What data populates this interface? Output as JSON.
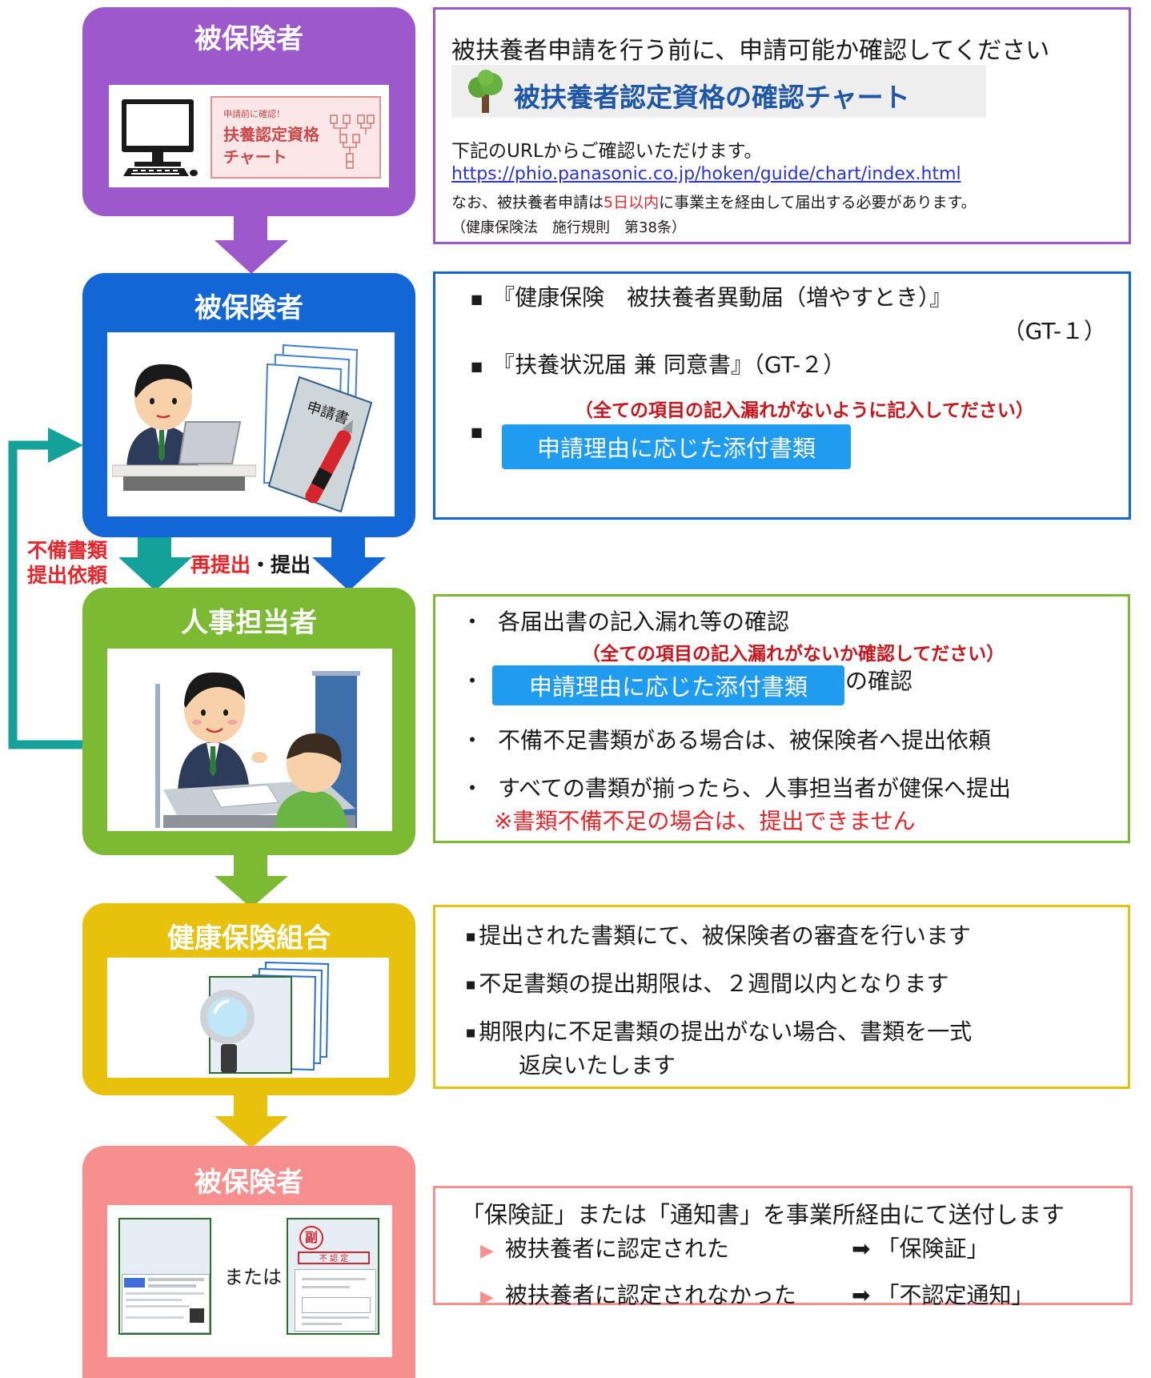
{
  "colors": {
    "purple": "#9d59cc",
    "blue": "#1366d6",
    "green": "#7dba33",
    "yellow": "#e8c10c",
    "pink": "#f78f8e",
    "teal": "#14a199",
    "red": "#e8252b",
    "button_blue": "#1f9bf0"
  },
  "stage1": {
    "title": "被保険者",
    "chart_card": {
      "line1": "申請前に確認！",
      "line2": "扶養認定資格",
      "line3": "チャート"
    },
    "icons": [
      "computer-icon",
      "chart-card-image"
    ]
  },
  "info1": {
    "heading": "被扶養者申請を行う前に、申請可能か確認してください",
    "banner": "被扶養者認定資格の確認チャート",
    "url_intro": "下記のURLからご確認いただけます。",
    "url": "https://phio.panasonic.co.jp/hoken/guide/chart/index.html",
    "note_pre": "なお、被扶養者申請は",
    "note_red": "5日以内",
    "note_post": "に事業主を経由して届出する必要があります。",
    "law": "（健康保険法　施行規則　第38条）"
  },
  "stage2": {
    "title": "被保険者",
    "paper_label": "申請書"
  },
  "info2": {
    "item1": "『健康保険　被扶養者異動届（増やすとき）』",
    "item1_code": "（GT-１）",
    "item2": "『扶養状況届 兼 同意書』（GT-２）",
    "warning": "（全ての項目の記入漏れがないように記入してださい）",
    "button": "申請理由に応じた添付書類"
  },
  "connectors": {
    "return_label_line1": "不備書類",
    "return_label_line2": "提出依頼",
    "resubmit_red": "再提出",
    "resubmit_black": "・提出"
  },
  "stage3": {
    "title": "人事担当者"
  },
  "info3": {
    "item1": "各届出書の記入漏れ等の確認",
    "warning": "（全ての項目の記入漏れがないか確認してださい）",
    "button": "申請理由に応じた添付書類",
    "button_suffix": "の確認",
    "item3": "不備不足書類がある場合は、被保険者へ提出依頼",
    "item4": "すべての書類が揃ったら、人事担当者が健保へ提出",
    "item4_note": "※書類不備不足の場合は、提出できません"
  },
  "stage4": {
    "title": "健康保険組合"
  },
  "info4": {
    "item1": "提出された書類にて、被保険者の審査を行います",
    "item2": "不足書類の提出期限は、２週間以内となります",
    "item3": "期限内に不足書類の提出がない場合、書類を一式",
    "item3_cont": "返戻いたします"
  },
  "stage5": {
    "title": "被保険者",
    "or_label": "または",
    "stamp": "副",
    "stamp_banner": "不 認 定"
  },
  "info5": {
    "heading": "「保険証」または「通知書」を事業所経由にて送付します",
    "row1_left": "被扶養者に認定された",
    "row1_right": "「保険証」",
    "row2_left": "被扶養者に認定されなかった",
    "row2_right": "「不認定通知」"
  }
}
